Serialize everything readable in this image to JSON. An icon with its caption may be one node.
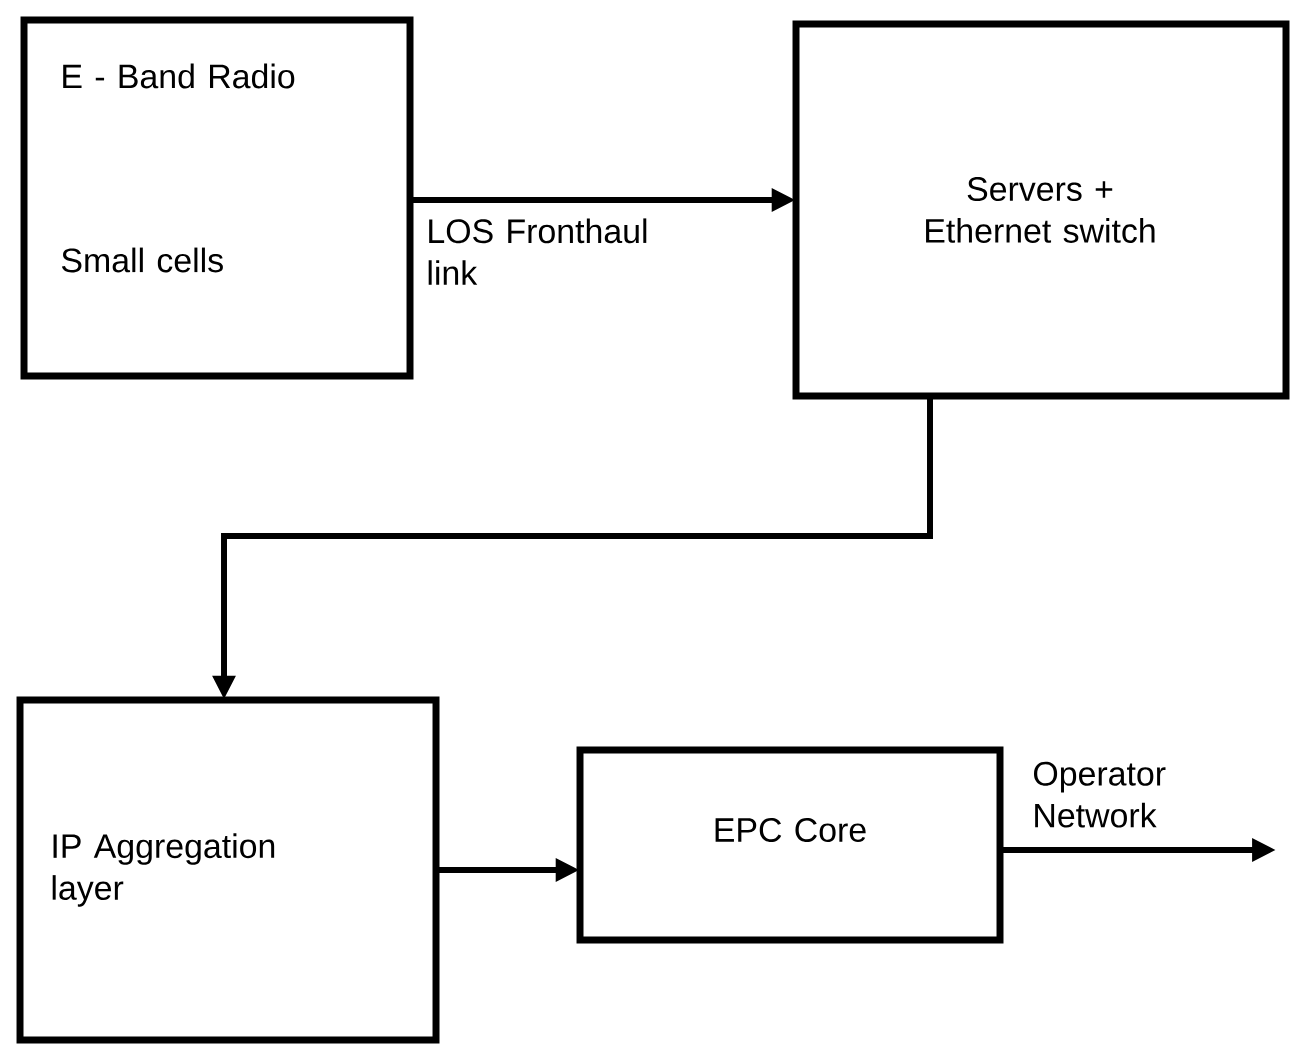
{
  "diagram": {
    "nodes": [
      {
        "text": [
          "E - Band Radio",
          "Small cells"
        ]
      },
      {
        "text": [
          "Servers + Ethernet switch"
        ]
      },
      {
        "text": [
          "IP Aggregation layer"
        ]
      },
      {
        "text": [
          "EPC Core"
        ]
      }
    ],
    "edges": [
      {
        "from": 0,
        "to": 1,
        "arrow": "to",
        "label": "LOS Fronthaul link"
      },
      {
        "from": 1,
        "to": 2,
        "arrow": "to"
      },
      {
        "from": 2,
        "to": 3,
        "arrow": "to"
      },
      {
        "from": 3,
        "to": null,
        "arrow": "to",
        "label": "Operator Network"
      }
    ]
  }
}
